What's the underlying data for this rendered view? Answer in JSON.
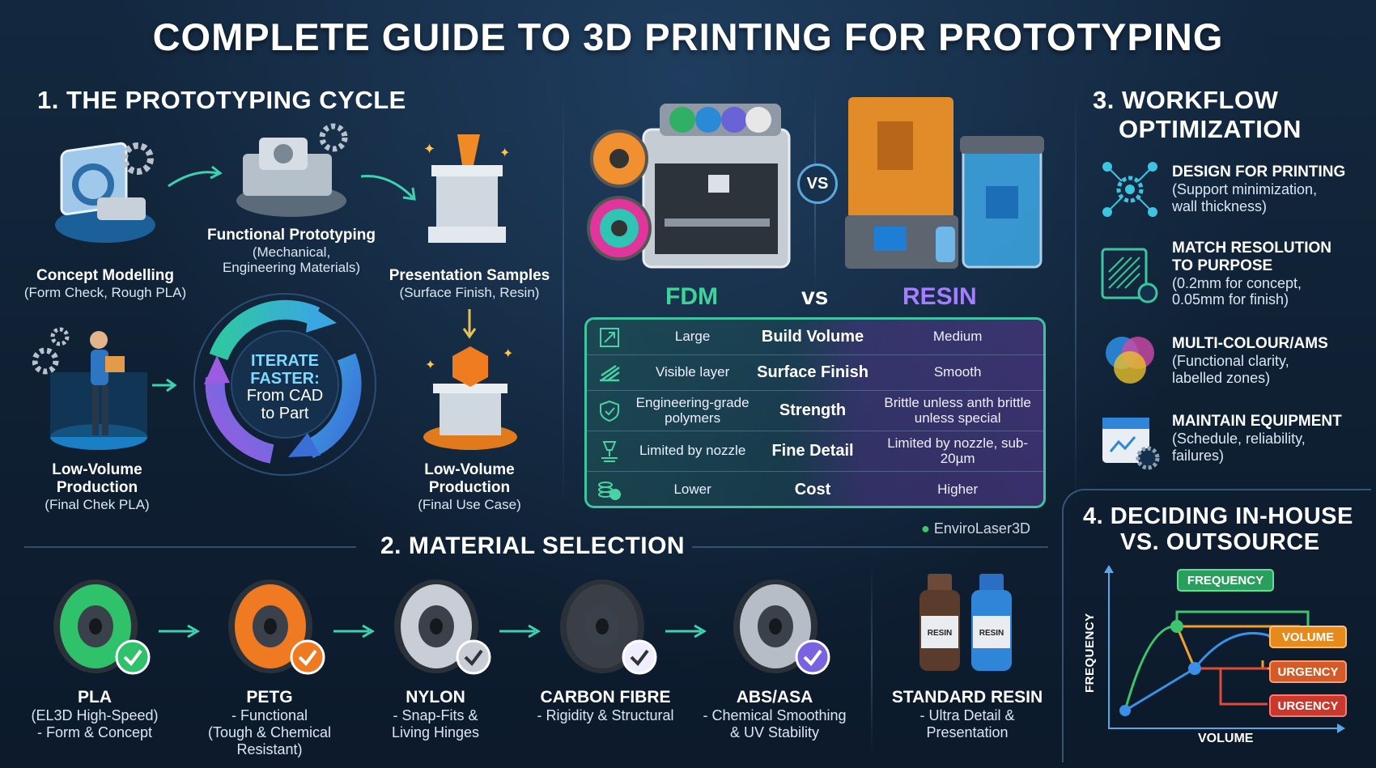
{
  "title": "COMPLETE GUIDE TO 3D PRINTING FOR PROTOTYPING",
  "section1": {
    "heading": "1. THE PROTOTYPING CYCLE",
    "center": {
      "line1": "ITERATE",
      "line2": "FASTER:",
      "line3": "From CAD",
      "line4": "to Part"
    },
    "stages": {
      "concept": {
        "title": "Concept Modelling",
        "sub": "(Form Check, Rough PLA)"
      },
      "functional": {
        "title": "Functional Prototyping",
        "sub1": "(Mechanical,",
        "sub2": "Engineering Materials)"
      },
      "presentation": {
        "title": "Presentation Samples",
        "sub": "(Surface Finish, Resin)"
      },
      "lowvol_left": {
        "title1": "Low-Volume",
        "title2": "Production",
        "sub": "(Final Chek PLA)"
      },
      "lowvol_right": {
        "title1": "Low-Volume",
        "title2": "Production",
        "sub": "(Final Use Case)"
      }
    }
  },
  "compare": {
    "vs_badge": "VS",
    "left": "FDM",
    "mid": "vs",
    "right": "RESIN",
    "rows": [
      {
        "icon": "expand-icon",
        "fdm": "Large",
        "feature": "Build Volume",
        "resin": "Medium"
      },
      {
        "icon": "layers-icon",
        "fdm": "Visible layer",
        "feature": "Surface Finish",
        "resin": "Smooth"
      },
      {
        "icon": "shield-icon",
        "fdm": "Engineering-grade polymers",
        "feature": "Strength",
        "resin": "Brittle unless anth brittle unless special"
      },
      {
        "icon": "nozzle-icon",
        "fdm": "Limited by nozzle",
        "feature": "Fine Detail",
        "resin": "Limited by nozzle, sub-20µm"
      },
      {
        "icon": "coins-icon",
        "fdm": "Lower",
        "feature": "Cost",
        "resin": "Higher"
      }
    ],
    "brand": "EnviroLaser3D"
  },
  "section2": {
    "heading": "2. MATERIAL SELECTION",
    "materials": [
      {
        "name": "PLA",
        "line1": "(EL3D High-Speed)",
        "line2": "- Form & Concept",
        "line3": "",
        "color": "#2fc26a"
      },
      {
        "name": "PETG",
        "line1": "- Functional",
        "line2": "(Tough & Chemical",
        "line3": "Resistant)",
        "color": "#f07a22"
      },
      {
        "name": "NYLON",
        "line1": "- Snap-Fits &",
        "line2": "Living Hinges",
        "line3": "",
        "color": "#c9ced6"
      },
      {
        "name": "CARBON FIBRE",
        "line1": "- Rigidity & Structural",
        "line2": "",
        "line3": "",
        "color": "#3a3f47"
      },
      {
        "name": "ABS/ASA",
        "line1": "- Chemical Smoothing",
        "line2": "& UV Stability",
        "line3": "",
        "color": "#b7bdc6"
      }
    ],
    "resin": {
      "name": "STANDARD RESIN",
      "line1": "- Ultra Detail &",
      "line2": "Presentation",
      "bottle_label": "RESIN"
    }
  },
  "section3": {
    "heading1": "3. WORKFLOW",
    "heading2": "OPTIMIZATION",
    "items": [
      {
        "icon": "network-gear-icon",
        "title": "DESIGN FOR PRINTING",
        "l1": "(Support minimization,",
        "l2": "wall thickness)",
        "l3": ""
      },
      {
        "icon": "resolution-icon",
        "title": "MATCH RESOLUTION",
        "title2": "TO PURPOSE",
        "l1": "(0.2mm for concept,",
        "l2": "0.05mm for finish)",
        "l3": ""
      },
      {
        "icon": "color-circles-icon",
        "title": "MULTI-COLOUR/AMS",
        "l1": "(Functional clarity,",
        "l2": "labelled zones)",
        "l3": ""
      },
      {
        "icon": "calendar-gear-icon",
        "title": "MAINTAIN EQUIPMENT",
        "l1": "(Schedule, reliability,",
        "l2": "failures)",
        "l3": ""
      }
    ]
  },
  "section4": {
    "heading1": "4. DECIDING IN-HOUSE",
    "heading2": "VS. OUTSOURCE",
    "ylabel": "FREQUENCY",
    "xlabel": "VOLUME",
    "tags": {
      "frequency": "FREQUENCY",
      "volume": "VOLUME",
      "urgency1": "URGENCY",
      "urgency2": "URGENCY"
    }
  }
}
